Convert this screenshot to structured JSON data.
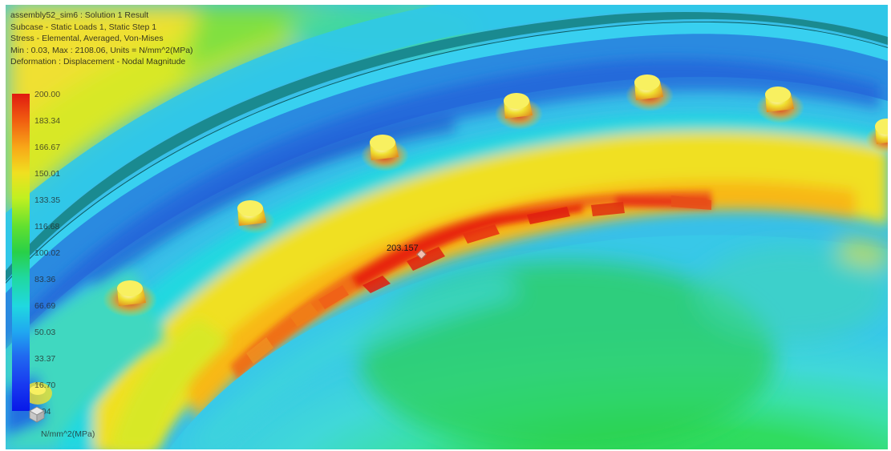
{
  "result_header": {
    "line1": "assembly52_sim6 : Solution 1 Result",
    "line2": "Subcase - Static Loads 1, Static Step 1",
    "line3": "Stress - Elemental, Averaged, Von-Mises",
    "line4": "Min : 0.03, Max : 2108.06, Units = N/mm^2(MPa)",
    "line5": "Deformation : Displacement - Nodal Magnitude"
  },
  "legend": {
    "ticks": [
      "200.00",
      "183.34",
      "166.67",
      "150.01",
      "133.35",
      "116.68",
      "100.02",
      "83.36",
      "66.69",
      "50.03",
      "33.37",
      "16.70",
      "0.04"
    ],
    "units": "N/mm^2(MPa)",
    "colors": [
      "#e01a10",
      "#f06010",
      "#f8a818",
      "#f0e020",
      "#c8f020",
      "#70e030",
      "#28d048",
      "#20d8a0",
      "#20d8e0",
      "#20a8f0",
      "#2068f0",
      "#1838f0",
      "#0818e8"
    ]
  },
  "probe": {
    "value": "203.157"
  },
  "icons": {
    "view_triad": "view-triad-icon"
  }
}
